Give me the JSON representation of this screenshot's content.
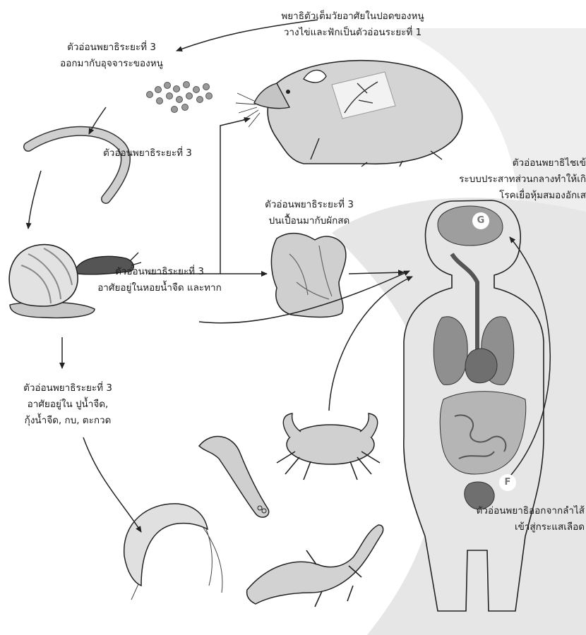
{
  "labels": {
    "adult_rat_line1": "พยาธิตัวเต็มวัยอาศัยในปอดของหนู",
    "adult_rat_line2": "วางไข่และฟักเป็นตัวอ่อนระยะที่ 1",
    "rat_feces_line1": "ตัวอ่อนพยาธิระยะที่ 3",
    "rat_feces_line2": "ออกมากับอุจจาระของหนู",
    "larva_stage3": "ตัวอ่อนพยาธิระยะที่ 3",
    "snail_line1": "ตัวอ่อนพยาธิระยะที่ 3",
    "snail_line2": "อาศัยอยู่ในหอยน้ำจืด และทาก",
    "veg_line1": "ตัวอ่อนพยาธิระยะที่ 3",
    "veg_line2": "ปนเปื้อนมากับผักสด",
    "paratenic_line1": "ตัวอ่อนพยาธิระยะที่ 3",
    "paratenic_line2": "อาศัยอยู่ใน ปูน้ำจืด,",
    "paratenic_line3": "กุ้งน้ำจืด, กบ, ตะกวด",
    "brain_line1": "ตัวอ่อนพยาธิไชเข้",
    "brain_line2": "ระบบประสาทส่วนกลางทำให้เกิ",
    "brain_line3": "โรคเยื่อหุ้มสมองอักเส",
    "blood_line1": "ตัวอ่อนพยาธิออกจากลำไส้",
    "blood_line2": "เข้าสู่กระแสเลือด"
  },
  "markers": {
    "brain": "G",
    "intestine": "F"
  },
  "colors": {
    "fill_light": "#d2d2d2",
    "fill_mid": "#a8a8a8",
    "fill_dark": "#6f6f6f",
    "stroke": "#222222",
    "background_blob": "#ececec"
  }
}
